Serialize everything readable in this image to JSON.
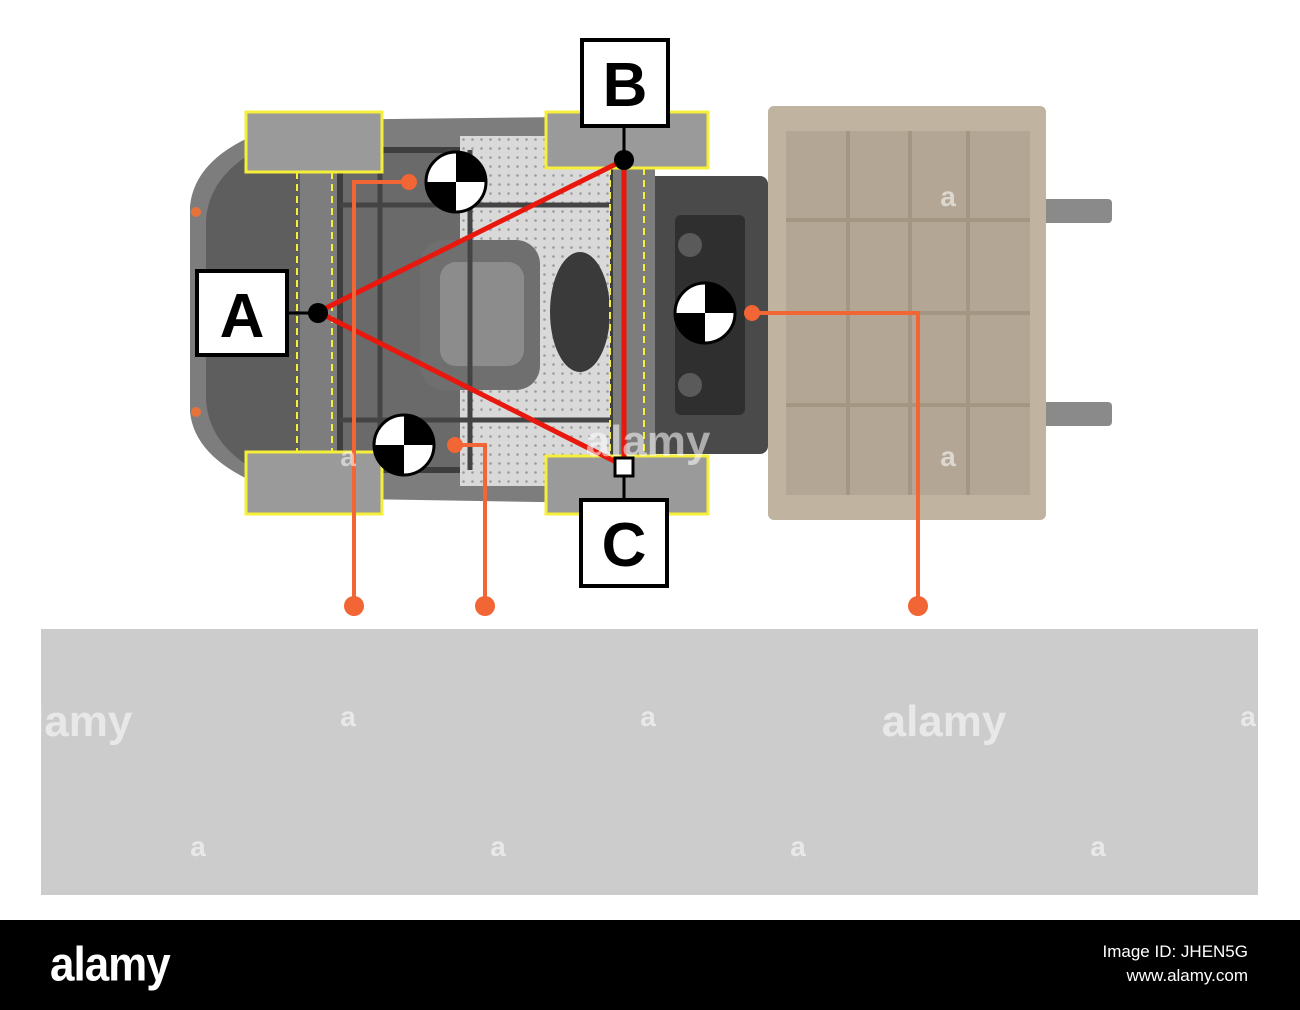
{
  "labels": {
    "a": "A",
    "b": "B",
    "c": "C"
  },
  "watermark": {
    "text": "alamy",
    "mark": "a"
  },
  "footer": {
    "logo": "alamy",
    "image_id": "Image ID: JHEN5G",
    "site": "www.alamy.com"
  },
  "colors": {
    "stability_triangle": "#e8180e",
    "leader_line": "#f26534",
    "wheel_outline": "#f5ef3a",
    "truck_body": "#7d7d7d",
    "load": "#c0b39f",
    "ground_panel": "#cccccc",
    "footer_background": "#000000"
  },
  "icons": [
    "center-of-gravity-icon"
  ]
}
